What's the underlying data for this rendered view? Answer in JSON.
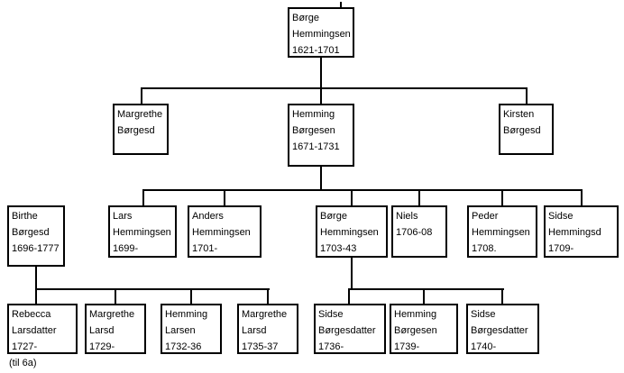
{
  "page": {
    "background": "#ffffff",
    "line_color": "#000000",
    "box_border_color": "#000000"
  },
  "footnote": "(til 6a)",
  "persons": {
    "borge_1621": {
      "lines": [
        "Børge",
        "Hemmingsen",
        "1621-1701"
      ]
    },
    "margrethe_borgesd": {
      "lines": [
        "Margrethe",
        "Børgesd",
        ""
      ]
    },
    "hemming_1671": {
      "lines": [
        "Hemming",
        "Børgesen",
        "1671-1731"
      ]
    },
    "kirsten_borgesd": {
      "lines": [
        "Kirsten",
        "Børgesd",
        ""
      ]
    },
    "birthe_1696": {
      "lines": [
        "Birthe",
        "Børgesd",
        "1696-1777"
      ]
    },
    "lars_1699": {
      "lines": [
        "Lars",
        "Hemmingsen",
        "1699-"
      ]
    },
    "anders_1701": {
      "lines": [
        "Anders",
        "Hemmingsen",
        "1701-"
      ]
    },
    "borge_1703": {
      "lines": [
        "Børge",
        "Hemmingsen",
        "1703-43"
      ]
    },
    "niels_1706": {
      "lines": [
        "Niels",
        "1706-08",
        ""
      ]
    },
    "peder_1708": {
      "lines": [
        "Peder",
        "Hemmingsen",
        "1708."
      ]
    },
    "sidse_1709": {
      "lines": [
        "Sidse",
        "Hemmingsd",
        "1709-"
      ]
    },
    "rebecca_1727": {
      "lines": [
        "Rebecca",
        "Larsdatter",
        "1727-"
      ]
    },
    "margrethe_1729": {
      "lines": [
        "Margrethe",
        "Larsd",
        "1729-"
      ]
    },
    "hemming_1732": {
      "lines": [
        "Hemming",
        "Larsen",
        "1732-36"
      ]
    },
    "margrethe_1735": {
      "lines": [
        "Margrethe",
        "Larsd",
        "1735-37"
      ]
    },
    "sidse_1736": {
      "lines": [
        "Sidse",
        "Børgesdatter",
        "1736-"
      ]
    },
    "hemming_1739": {
      "lines": [
        "Hemming",
        "Børgesen",
        "1739-"
      ]
    },
    "sidse_1740": {
      "lines": [
        "Sidse",
        "Børgesdatter",
        "1740-"
      ]
    }
  },
  "families": [
    {
      "parent": "Børge Hemmingsen (1621-1701)",
      "children": [
        "Margrethe Børgesd",
        "Hemming Børgesen (1671-1731)",
        "Kirsten Børgesd"
      ]
    },
    {
      "parent": "Hemming Børgesen (1671-1731)",
      "children": [
        "Lars Hemmingsen (1699-)",
        "Anders Hemmingsen (1701-)",
        "Børge Hemmingsen (1703-43)",
        "Niels (1706-08)",
        "Peder Hemmingsen (1708.)",
        "Sidse Hemmingsd (1709-)"
      ]
    },
    {
      "parent": "Birthe Børgesd (1696-1777) & Lars Hemmingsen (1699-)",
      "children": [
        "Rebecca Larsdatter (1727-)",
        "Margrethe Larsd (1729-)",
        "Hemming Larsen (1732-36)",
        "Margrethe Larsd (1735-37)"
      ]
    },
    {
      "parent": "Børge Hemmingsen (1703-43)",
      "children": [
        "Sidse Børgesdatter (1736-)",
        "Hemming Børgesen (1739-)",
        "Sidse Børgesdatter (1740-)"
      ]
    }
  ]
}
